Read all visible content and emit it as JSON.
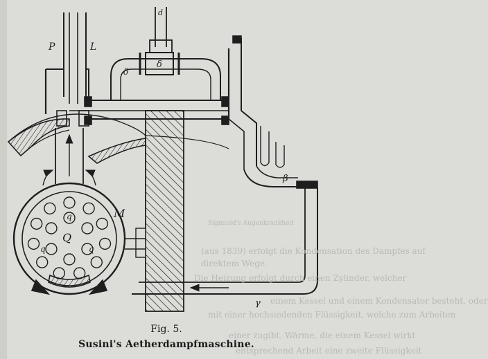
{
  "figure": {
    "number_label": "Fig. 5.",
    "title": "Susini's Aetherdampfmaschine."
  },
  "labels": {
    "P": "P",
    "L": "L",
    "d": "d",
    "delta": "δ",
    "delta_small": "δ",
    "M": "M",
    "Q": "Q",
    "q_top": "q",
    "q_left": "q",
    "q_right": "q",
    "beta": "β",
    "gamma": "γ"
  },
  "bleed_through": {
    "line1": "Sigmund's Augenkrankheit",
    "line2": "(aus 1839) erfolgt die Kondensation des Dampfes auf",
    "line3": "direktem Wege.",
    "line4": "Die Heizung erfolgt durch einen Zylinder, welcher",
    "line5": "einem Kessel und einem Kondensator besteht, oder",
    "line6": "mit einer hochsiedenden Flüssigkeit, welche zum Arbeiten",
    "line7": "einer zugibt. Wärme, die einem Kessel wirkt",
    "line8": "entsprechend Arbeit eine zweite Flüssigkeit"
  },
  "colors": {
    "paper": "#dcdcd8",
    "ink": "#1e1e1e",
    "faint_ink": "#b9b9b5"
  }
}
